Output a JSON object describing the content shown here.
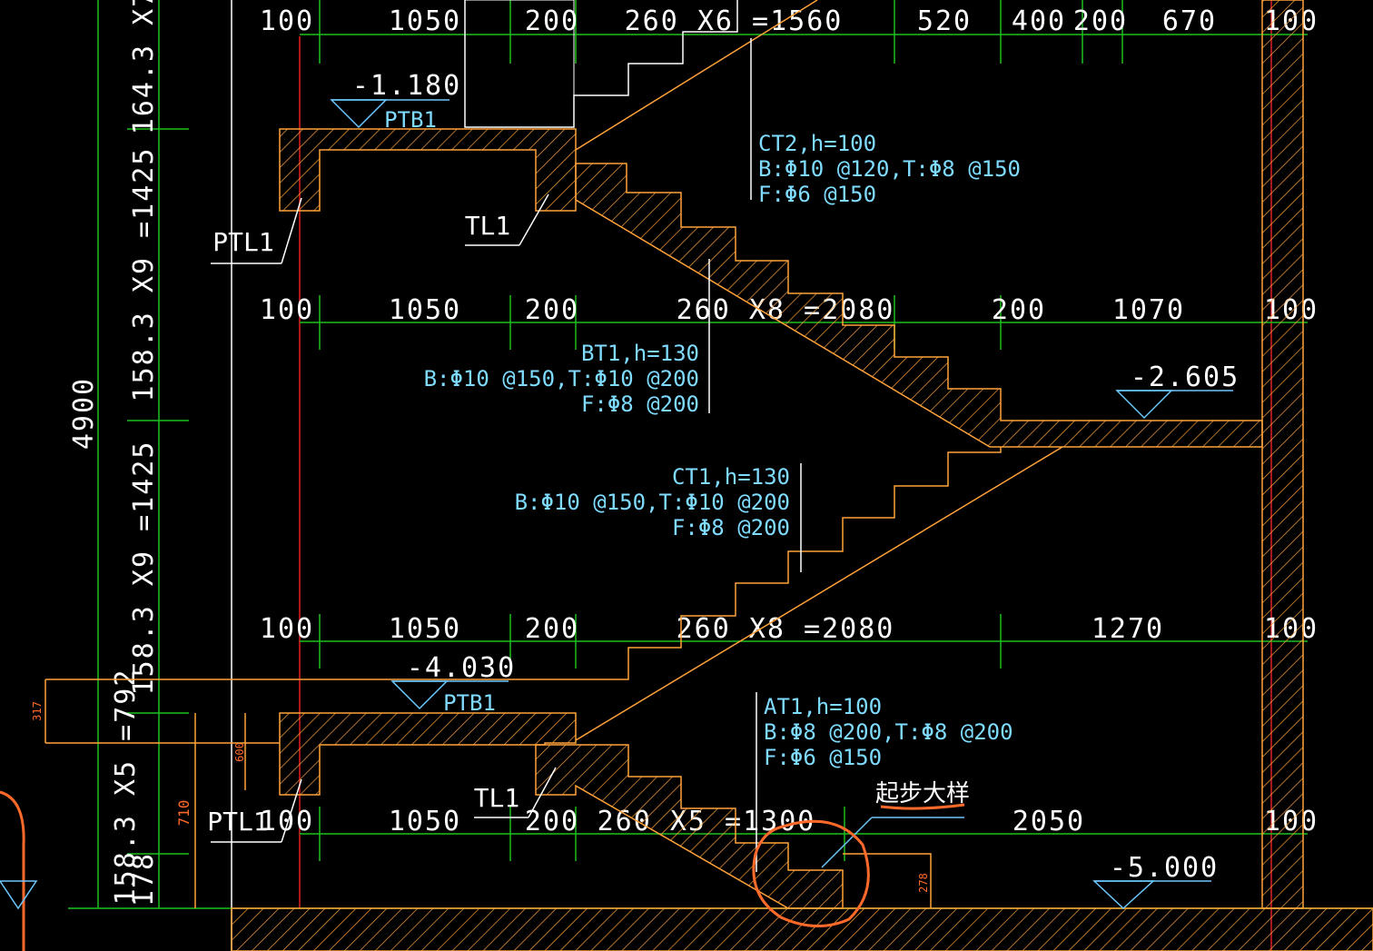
{
  "dims": {
    "row1": [
      "100",
      "1050",
      "200",
      "260 X6 =1560",
      "520",
      "400",
      "200",
      "670",
      "100"
    ],
    "row2": [
      "100",
      "1050",
      "200",
      "260 X8 =2080",
      "200",
      "1070",
      "100"
    ],
    "row3": [
      "100",
      "1050",
      "200",
      "260 X8 =2080",
      "1270",
      "100"
    ],
    "row4": [
      "100",
      "1050",
      "200",
      "260 X5 =1300",
      "2050",
      "100"
    ],
    "vertical": [
      "164.3 X7",
      "158.3 X9 =1425",
      "4900",
      "158.3 X9 =1425",
      "158.3 X5 =792",
      "178"
    ],
    "small": [
      "317",
      "600",
      "710",
      "278"
    ]
  },
  "levels": [
    "-1.180",
    "-2.605",
    "-4.030",
    "-5.000"
  ],
  "labels": {
    "ptb1_a": "PTB1",
    "ptb1_b": "PTB1",
    "ptl1_a": "PTL1",
    "ptl1_b": "PTL1",
    "tl1_a": "TL1",
    "tl1_b": "TL1",
    "detail": "起步大样"
  },
  "notes": {
    "ct2": [
      "CT2,h=100",
      "B:Φ10 @120,T:Φ8 @150",
      "F:Φ6 @150"
    ],
    "bt1": [
      "BT1,h=130",
      "B:Φ10 @150,T:Φ10 @200",
      "F:Φ8 @200"
    ],
    "ct1": [
      "CT1,h=130",
      "B:Φ10 @150,T:Φ10 @200",
      "F:Φ8 @200"
    ],
    "at1": [
      "AT1,h=100",
      "B:Φ8 @200,T:Φ8 @200",
      "F:Φ6 @150"
    ]
  },
  "colors": {
    "background": "#000000",
    "dimension": "#1fbf1f",
    "structure": "#ffa23a",
    "text": "#ffffff",
    "annotation": "#7fdcff",
    "highlight": "#ff6a2a",
    "axis": "#e02020"
  }
}
